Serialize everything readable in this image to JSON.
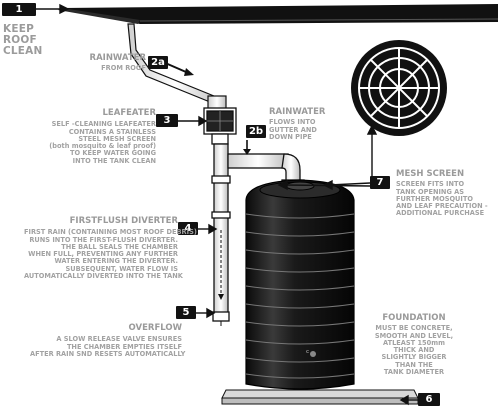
{
  "callouts": [
    {
      "id": "1",
      "label": "1"
    },
    {
      "id": "2a",
      "label": "2a"
    },
    {
      "id": "2b",
      "label": "2b"
    },
    {
      "id": "3",
      "label": "3"
    },
    {
      "id": "4",
      "label": "4"
    },
    {
      "id": "5",
      "label": "5"
    },
    {
      "id": "6",
      "label": "6"
    },
    {
      "id": "7",
      "label": "7"
    }
  ],
  "keep_roof": {
    "line1": "KEEP",
    "line2": "ROOF",
    "line3": "CLEAN"
  },
  "rainwater_roof": {
    "title": "RAINWATER",
    "body": "FROM ROOF"
  },
  "leafeater": {
    "title": "LEAFEATER",
    "line1": "SELF -CLEANING LEAFEATER",
    "line2": "CONTAINS A STAINLESS",
    "line3": "STEEL MESH SCREEN",
    "line4": "(both mosquito & leaf proof)",
    "line5": "TO KEEP WATER GOING",
    "line6": "INTO THE TANK CLEAN"
  },
  "rainwater_gutter": {
    "title": "RAINWATER",
    "line1": "FLOWS INTO",
    "line2": "GUTTER AND",
    "line3": "DOWN PIPE"
  },
  "mesh_screen": {
    "title": "MESH SCREEN",
    "line1": "SCREEN FITS INTO",
    "line2": "TANK OPENING AS",
    "line3": "FURTHER MOSQUITO",
    "line4": "AND LEAF PRECAUTION -",
    "line5": "ADDITIONAL PURCHASE"
  },
  "firstflush": {
    "title": "FIRSTFLUSH DIVERTER",
    "line1": "FIRST RAIN (containing most roof debris)",
    "line2": "RUNS INTO THE FIRST-FLUSH DIVERTER.",
    "line3": "THE BALL SEALS THE CHAMBER",
    "line4": "WHEN FULL, PREVENTING ANY FURTHER",
    "line5": "WATER ENTERING THE DIVERTER.",
    "line6": "SUBSEQUENT, WATER FLOW IS",
    "line7": "AUTOMATICALLY DIVERTED INTO THE TANK"
  },
  "overflow": {
    "title": "OVERFLOW",
    "line1": "A SLOW RELEASE VALVE ENSURES",
    "line2": "THE CHAMBER EMPTIES ITSELF",
    "line3": "AFTER RAIN SND RESETS AUTOMATICALLY"
  },
  "foundation": {
    "title": "FOUNDATION",
    "line1": "MUST BE CONCRETE,",
    "line2": "SMOOTH AND LEVEL,",
    "line3": "ATLEAST 150mm",
    "line4": "THICK AND",
    "line5": "SLIGHTLY BIGGER",
    "line6": "THAN THE",
    "line7": "TANK DIAMETER"
  },
  "colors": {
    "ink": "#121212",
    "label_grey": "#9a9a9a",
    "background": "#ffffff"
  }
}
